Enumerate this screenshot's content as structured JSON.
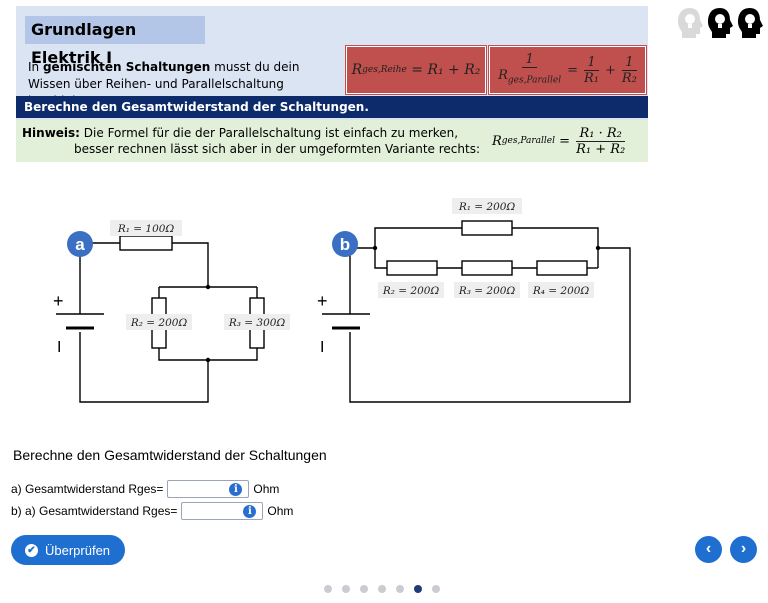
{
  "header": {
    "title": "Grundlagen Elektrik I",
    "intro_pre": "In ",
    "intro_bold": "gemischten Schaltungen",
    "intro_post": " musst du dein Wissen über Reihen- und Parallelschaltung kombinieren."
  },
  "formulas": {
    "reihe_lhs": "R",
    "reihe_sub": "ges,Reihe",
    "reihe_rhs": "= R₁ + R₂",
    "parallel_num": "1",
    "parallel_den": "R",
    "parallel_den_sub": "ges,Parallel",
    "parallel_eq": "=",
    "parallel_t1_num": "1",
    "parallel_t1_den": "R₁",
    "parallel_plus": "+",
    "parallel_t2_num": "1",
    "parallel_t2_den": "R₂"
  },
  "task_bar": "Berechne den Gesamtwiderstand der Schaltungen.",
  "hint": {
    "label": "Hinweis:",
    "line1": " Die Formel für die der Parallelschaltung ist einfach zu merken,",
    "line2": "besser rechnen lässt sich aber in der umgeformten Variante rechts:",
    "formula_lhs": "R",
    "formula_sub": "ges,Parallel",
    "formula_eq": "=",
    "formula_num": "R₁ · R₂",
    "formula_den": "R₁ + R₂"
  },
  "circuit_a": {
    "badge": "a",
    "r1": "R₁ = 100Ω",
    "r2": "R₂ = 200Ω",
    "r3": "R₃ = 300Ω",
    "plus": "+",
    "minus": "I"
  },
  "circuit_b": {
    "badge": "b",
    "r1": "R₁ = 200Ω",
    "r2": "R₂ = 200Ω",
    "r3": "R₃ = 200Ω",
    "r4": "R₄ = 200Ω",
    "plus": "+",
    "minus": "I"
  },
  "questions": {
    "title": "Berechne den Gesamtwiderstand der Schaltungen",
    "a_label": "a) Gesamtwiderstand Rges=",
    "a_value": "",
    "a_unit": "Ohm",
    "b_label": "b) a) Gesamtwiderstand Rges=",
    "b_value": "",
    "b_unit": "Ohm",
    "info_icon": "i"
  },
  "buttons": {
    "check": "Überprüfen",
    "check_icon": "✔",
    "prev": "‹",
    "next": "›"
  },
  "pagination": {
    "total": 7,
    "current": 6
  },
  "colors": {
    "panel_bg": "#dbe4f3",
    "title_bg": "#b4c6e7",
    "formula_bg": "#c0504d",
    "task_bg": "#0d2b6b",
    "hint_bg": "#e2efd9",
    "accent": "#1f6fd1",
    "badge": "#3a6fc4"
  },
  "icons": [
    "lightbulb-head-icon",
    "lightbulb-head-icon",
    "lightbulb-head-icon"
  ]
}
